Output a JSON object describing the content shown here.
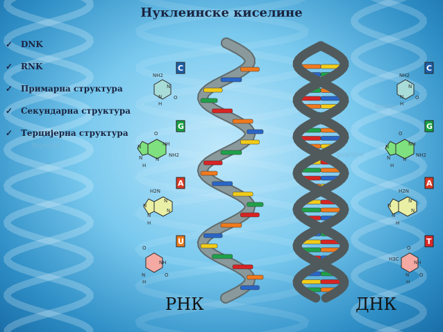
{
  "slide": {
    "title": "Нуклеинске киселине",
    "bullets": [
      {
        "check": "✓",
        "text": "DNK"
      },
      {
        "check": "✓",
        "text": "RNK"
      },
      {
        "check": "✓",
        "text": "Примарна структура"
      },
      {
        "check": "✓",
        "text": "Секундарна структура"
      },
      {
        "check": "✓",
        "text": "Терцијерна структура"
      }
    ],
    "rna_label": "РНК",
    "dna_label": "ДНК",
    "background_words": [
      "thymine",
      "guanine",
      "deoxy"
    ]
  },
  "rna_bases": [
    {
      "letter": "C",
      "name": "cytosine",
      "color": "#1f5fa8"
    },
    {
      "letter": "G",
      "name": "guanine",
      "color": "#18a243"
    },
    {
      "letter": "A",
      "name": "adenine",
      "color": "#d93b26"
    },
    {
      "letter": "U",
      "name": "uracil",
      "color": "#e87c1e"
    }
  ],
  "dna_bases": [
    {
      "letter": "C",
      "name": "cytosine",
      "color": "#1f5fa8"
    },
    {
      "letter": "G",
      "name": "guanine",
      "color": "#18a243"
    },
    {
      "letter": "A",
      "name": "adenine",
      "color": "#d93b26"
    },
    {
      "letter": "T",
      "name": "thymine",
      "color": "#d92a2a"
    }
  ],
  "molecules": {
    "cytosine": {
      "atoms": [
        "NH2",
        "N",
        "N",
        "H",
        "O"
      ]
    },
    "guanine": {
      "atoms": [
        "O",
        "N",
        "NH",
        "N",
        "N",
        "NH2",
        "H"
      ]
    },
    "adenine": {
      "atoms": [
        "H2N",
        "N",
        "N",
        "N",
        "N",
        "H"
      ]
    },
    "uracil": {
      "atoms": [
        "O",
        "NH",
        "N",
        "H",
        "O"
      ]
    },
    "thymine": {
      "atoms": [
        "O",
        "H3C",
        "NH",
        "N",
        "H",
        "O"
      ]
    }
  },
  "colors": {
    "rung_orange": "#f07a1e",
    "rung_blue": "#2a66c8",
    "rung_yellow": "#f2cc1a",
    "rung_green": "#1ea24a",
    "rung_red": "#d82424",
    "rna_backbone": "#8a9a9c",
    "dna_backbone": "#505a5c",
    "cytosine_fill": "#a8dcd8",
    "guanine_fill": "#7ee07e",
    "adenine_fill": "#e9f0a6",
    "uracil_fill": "#f4a9a2",
    "thymine_fill": "#f4a9a2"
  }
}
